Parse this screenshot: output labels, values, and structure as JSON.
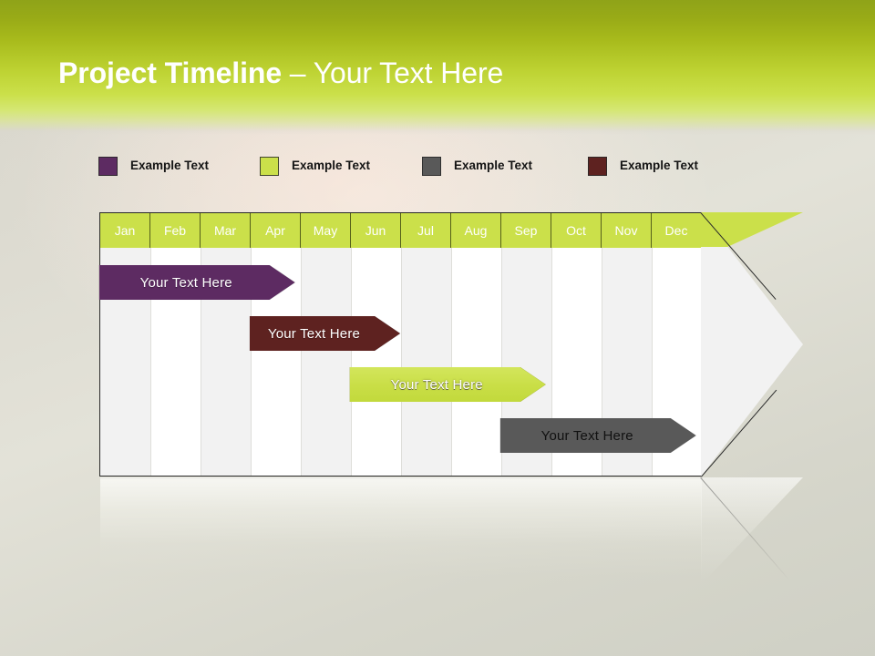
{
  "slide": {
    "title_bold": "Project Timeline",
    "title_rest": " – Your Text Here"
  },
  "legend": {
    "items": [
      {
        "label": "Example Text",
        "color": "#5d2b62",
        "swatch_name": "legend-swatch-purple"
      },
      {
        "label": "Example Text",
        "color": "#cbe04a",
        "swatch_name": "legend-swatch-green"
      },
      {
        "label": "Example Text",
        "color": "#595959",
        "swatch_name": "legend-swatch-gray"
      },
      {
        "label": "Example Text",
        "color": "#5e2220",
        "swatch_name": "legend-swatch-darkred"
      }
    ]
  },
  "chart_data": {
    "type": "bar",
    "title": "Project Timeline – Your Text Here",
    "xlabel": "",
    "ylabel": "",
    "categories": [
      "Jan",
      "Feb",
      "Mar",
      "Apr",
      "May",
      "Jun",
      "Jul",
      "Aug",
      "Sep",
      "Oct",
      "Nov",
      "Dec"
    ],
    "header_bg": "#cbe04a",
    "header_text_color": "#ffffff",
    "column_colors": [
      "#f2f2f2",
      "#ffffff"
    ],
    "legend_position": "top-left",
    "grid": true,
    "series": [
      {
        "name": "Example Text",
        "label": "Your  Text Here",
        "color": "#5d2b62",
        "text_color": "#ffffff",
        "start_month": "Jan",
        "end_month": "Apr",
        "start_index": 0,
        "span": 3.9,
        "row": 0
      },
      {
        "name": "Example Text",
        "label": "Your  Text Here",
        "color": "#5e2220",
        "text_color": "#ffffff",
        "start_month": "Apr",
        "end_month": "Jul",
        "start_index": 3,
        "span": 3.0,
        "row": 1
      },
      {
        "name": "Example Text",
        "label": "Your  Text Here",
        "color": "#cbe04a",
        "text_color": "#ffffff",
        "start_month": "Jun",
        "end_month": "Sep",
        "start_index": 5,
        "span": 3.9,
        "row": 2
      },
      {
        "name": "Example Text",
        "label": "Your  Text Here",
        "color": "#595959",
        "text_color": "#111111",
        "start_month": "Sep",
        "end_month": "Dec",
        "start_index": 8,
        "span": 3.9,
        "row": 3
      }
    ]
  }
}
